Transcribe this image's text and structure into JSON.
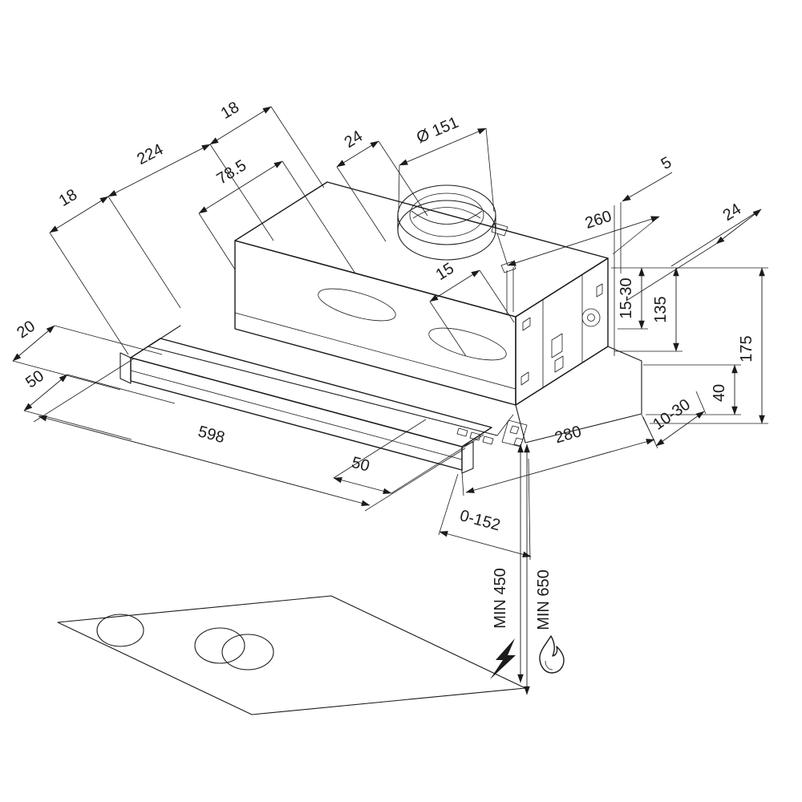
{
  "colors": {
    "line": "#1b1b1b",
    "background": "#ffffff"
  },
  "diagram": {
    "labels": {
      "left_18": "18",
      "top_224": "224",
      "top_18": "18",
      "top_78_5": "78.5",
      "top_24": "24",
      "duct_diameter": "Ø 151",
      "mid_15": "15",
      "right_260": "260",
      "right_5": "5",
      "right_24": "24",
      "right_15_30": "15-30",
      "right_135": "135",
      "right_175": "175",
      "right_40": "40",
      "right_10_30": "10-30",
      "right_280": "280",
      "left_20": "20",
      "left_50": "50",
      "front_598": "598",
      "front_50": "50",
      "travel_0_152": "0-152",
      "min_electric": "MIN 450",
      "min_gas": "MIN 650"
    },
    "symbols": {
      "electric_hob": "lightning-bolt",
      "gas_hob": "flame"
    }
  }
}
